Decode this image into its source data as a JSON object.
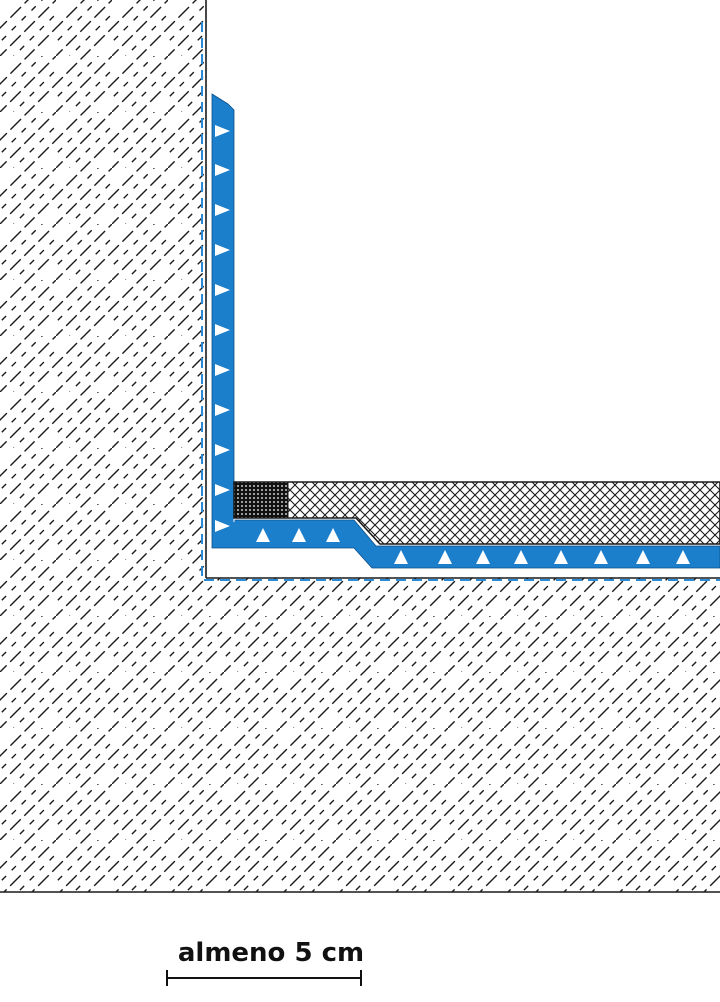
{
  "dimension": {
    "label": "almeno 5 cm"
  },
  "colors": {
    "membrane": "#1b7fcc",
    "dashed_line": "#2b8ad6",
    "hatch": "#1a1a1a",
    "substrate_background": "#ffffff",
    "dark_block": "#111111"
  },
  "elements": {
    "wall": "wall-section",
    "floor": "floor-slab",
    "membrane": "waterproofing-membrane",
    "tile": "floor-tile-layer"
  }
}
